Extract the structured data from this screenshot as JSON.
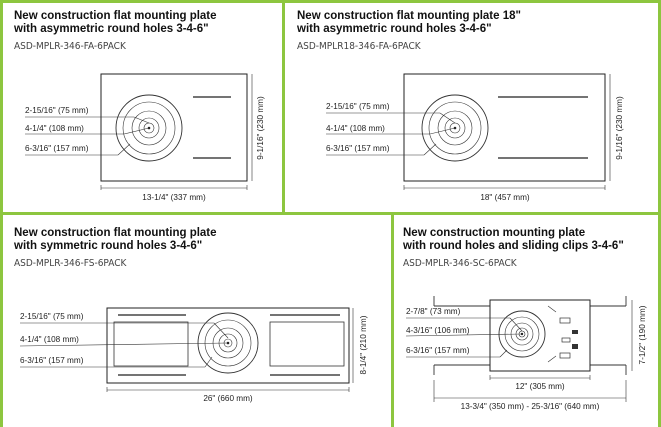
{
  "accent_color": "#8dc63f",
  "panels": [
    {
      "title_line1": "New construction flat mounting plate",
      "title_line2": "with asymmetric round holes 3-4-6\"",
      "sku": "ASD-MPLR-346-FA-6PACK",
      "dim_a": "2-15/16\" (75 mm)",
      "dim_b": "4-1/4\" (108 mm)",
      "dim_c": "6-3/16\" (157 mm)",
      "width": "13-1/4\" (337 mm)",
      "height": "9-1/16\" (230 mm)"
    },
    {
      "title_line1": "New construction flat mounting plate 18\"",
      "title_line2": "with asymmetric round holes 3-4-6\"",
      "sku": "ASD-MPLR18-346-FA-6PACK",
      "dim_a": "2-15/16\" (75 mm)",
      "dim_b": "4-1/4\" (108 mm)",
      "dim_c": "6-3/16\" (157 mm)",
      "width": "18\" (457 mm)",
      "height": "9-1/16\" (230 mm)"
    },
    {
      "title_line1": "New construction flat mounting plate",
      "title_line2": "with symmetric round holes 3-4-6\"",
      "sku": "ASD-MPLR-346-FS-6PACK",
      "dim_a": "2-15/16\" (75 mm)",
      "dim_b": "4-1/4\" (108 mm)",
      "dim_c": "6-3/16\" (157 mm)",
      "width": "26\" (660 mm)",
      "height": "8-1/4\" (210 mm)"
    },
    {
      "title_line1": "New construction mounting plate",
      "title_line2": "with round holes and sliding clips 3-4-6\"",
      "sku": "ASD-MPLR-346-SC-6PACK",
      "dim_a": "2-7/8\" (73 mm)",
      "dim_b": "4-3/16\" (106 mm)",
      "dim_c": "6-3/16\" (157 mm)",
      "width": "12\" (305 mm)",
      "height": "7-1/2\" (190 mm)",
      "span": "13-3/4\" (350 mm) - 25-3/16\" (640 mm)"
    }
  ]
}
